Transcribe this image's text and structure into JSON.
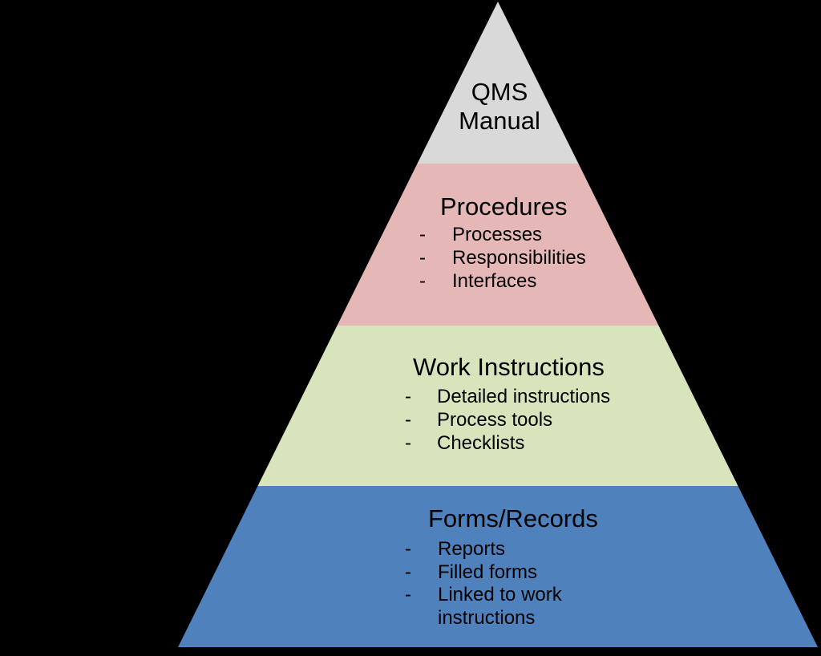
{
  "canvas": {
    "background": "#000000",
    "text_color": "#000000"
  },
  "pyramid": {
    "bullet_marker": "-",
    "levels": [
      {
        "id": "qms-manual",
        "title": "QMS Manual",
        "color": "#d9d9d9",
        "bullets": []
      },
      {
        "id": "procedures",
        "title": "Procedures",
        "color": "#e5b8b7",
        "bullets": [
          "Processes",
          "Responsibilities",
          "Interfaces"
        ]
      },
      {
        "id": "work-instructions",
        "title": "Work Instructions",
        "color": "#d7e4bc",
        "bullets": [
          "Detailed instructions",
          "Process tools",
          "Checklists"
        ]
      },
      {
        "id": "forms-records",
        "title": "Forms/Records",
        "color": "#4f81bd",
        "bullets": [
          "Reports",
          "Filled forms",
          "Linked to work instructions"
        ]
      }
    ]
  }
}
